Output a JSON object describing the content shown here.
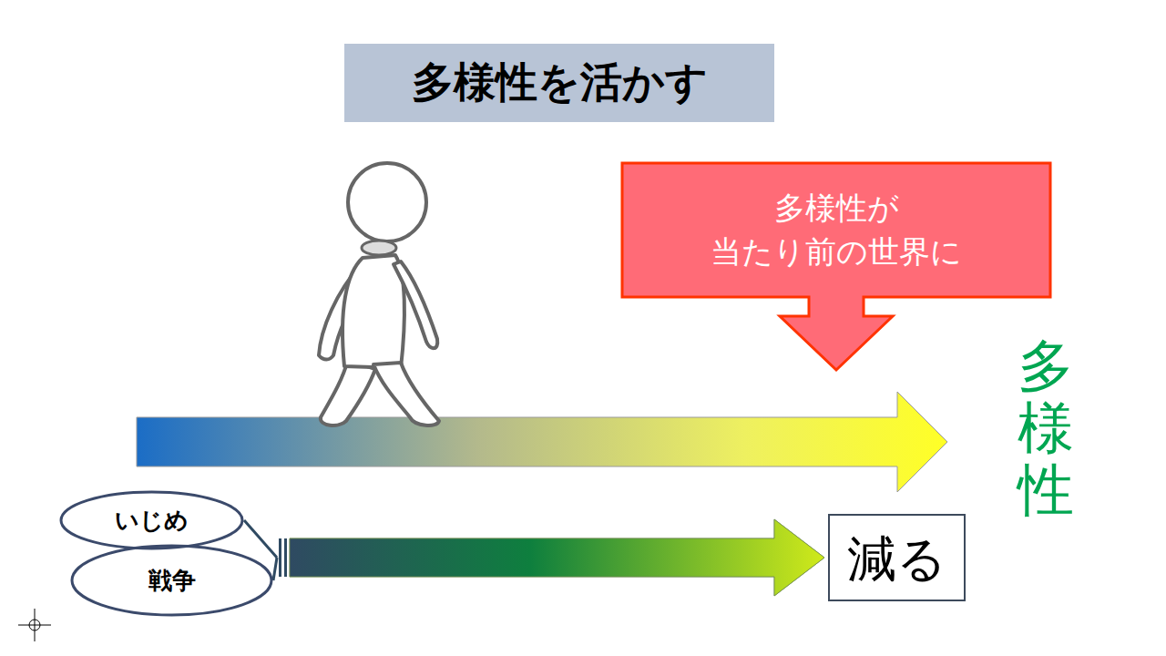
{
  "diagram": {
    "title": "多様性を活かす",
    "nodes": [
      {
        "text": [
          "多様性が 当たり前の世界に"
        ]
      },
      {
        "text": [
          "いじめ"
        ]
      },
      {
        "text": [
          "戦争"
        ]
      },
      {
        "text": [
          "減る"
        ]
      }
    ],
    "edges": [
      {
        "from": 1,
        "to": 3,
        "arrow": "to"
      },
      {
        "from": 2,
        "to": 3,
        "arrow": "to"
      }
    ],
    "labels": [
      "多様性"
    ]
  }
}
